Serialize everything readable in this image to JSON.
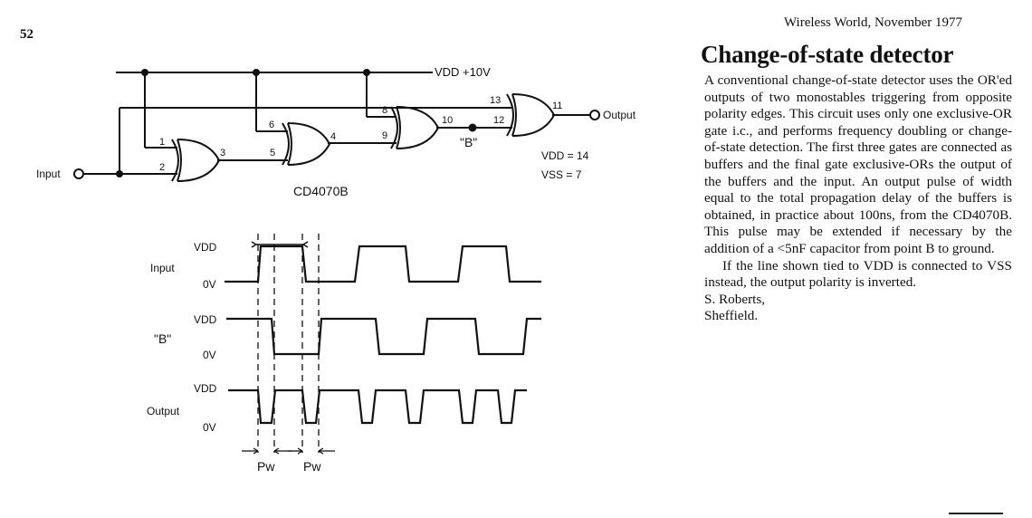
{
  "page_number": "52",
  "running_head": "Wireless World, November 1977",
  "article": {
    "title": "Change-of-state detector",
    "paragraph1": "A conventional change-of-state detector uses the OR'ed outputs of two monostables triggering from opposite polarity edges. This circuit uses only one exclusive-OR gate i.c., and performs frequency doubling or change-of-state detection. The first three gates are connected as buffers and the final gate exclusive-ORs the output of the buffers and the input. An output pulse of width equal to the total propagation delay of the buffers is obtained, in practice about 100ns, from the CD4070B. This pulse may be extended if necessary by the addition of a <5nF capacitor from point B to ground.",
    "paragraph2": "If the line shown tied to VDD is connected to VSS instead, the output polarity is inverted.",
    "author": "S. Roberts,",
    "location": "Sheffield."
  },
  "schematic": {
    "supply_label": "VDD +10V",
    "input_label": "Input",
    "output_label": "Output",
    "ic_label": "CD4070B",
    "node_label": "\"B\"",
    "vdd_pin": "VDD = 14",
    "vss_pin": "VSS = 7",
    "pins": [
      "1",
      "2",
      "3",
      "5",
      "6",
      "4",
      "8",
      "9",
      "10",
      "12",
      "13",
      "11"
    ]
  },
  "timing": {
    "rows": [
      {
        "name": "Input",
        "high": "VDD",
        "low": "0V"
      },
      {
        "name": "\"B\"",
        "high": "VDD",
        "low": "0V"
      },
      {
        "name": "Output",
        "high": "VDD",
        "low": "0V"
      }
    ],
    "pulse_width_label": "Pw"
  }
}
